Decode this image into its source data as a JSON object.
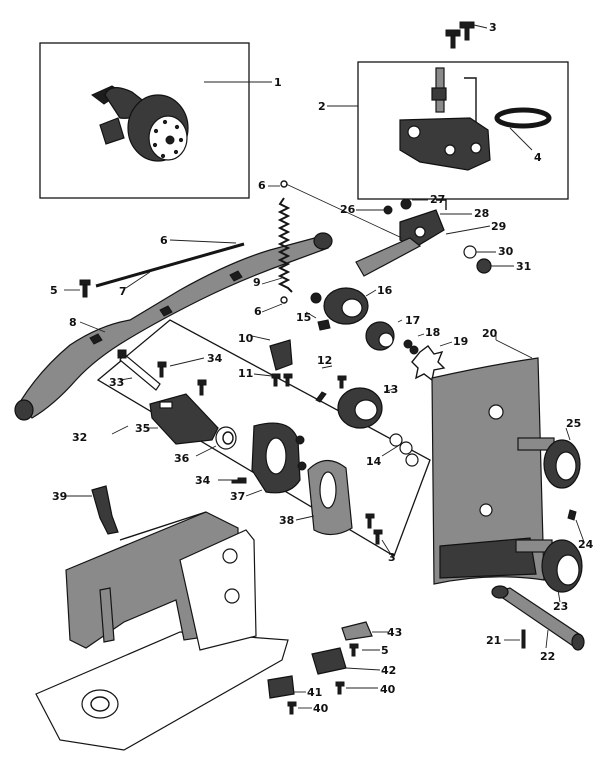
{
  "part_labels": [
    {
      "id": "1",
      "text": "1"
    },
    {
      "id": "2",
      "text": "2"
    },
    {
      "id": "3a",
      "text": "3"
    },
    {
      "id": "4",
      "text": "4"
    },
    {
      "id": "6a",
      "text": "6"
    },
    {
      "id": "26",
      "text": "26"
    },
    {
      "id": "27",
      "text": "27"
    },
    {
      "id": "28",
      "text": "28"
    },
    {
      "id": "29",
      "text": "29"
    },
    {
      "id": "30",
      "text": "30"
    },
    {
      "id": "31",
      "text": "31"
    },
    {
      "id": "6b",
      "text": "6"
    },
    {
      "id": "5a",
      "text": "5"
    },
    {
      "id": "7",
      "text": "7"
    },
    {
      "id": "9",
      "text": "9"
    },
    {
      "id": "6c",
      "text": "6"
    },
    {
      "id": "16",
      "text": "16"
    },
    {
      "id": "8",
      "text": "8"
    },
    {
      "id": "15",
      "text": "15"
    },
    {
      "id": "17",
      "text": "17"
    },
    {
      "id": "18",
      "text": "18"
    },
    {
      "id": "19",
      "text": "19"
    },
    {
      "id": "20",
      "text": "20"
    },
    {
      "id": "10",
      "text": "10"
    },
    {
      "id": "34a",
      "text": "34"
    },
    {
      "id": "12",
      "text": "12"
    },
    {
      "id": "11",
      "text": "11"
    },
    {
      "id": "33",
      "text": "33"
    },
    {
      "id": "13",
      "text": "13"
    },
    {
      "id": "35",
      "text": "35"
    },
    {
      "id": "32",
      "text": "32"
    },
    {
      "id": "25",
      "text": "25"
    },
    {
      "id": "36",
      "text": "36"
    },
    {
      "id": "14",
      "text": "14"
    },
    {
      "id": "34b",
      "text": "34"
    },
    {
      "id": "37",
      "text": "37"
    },
    {
      "id": "39",
      "text": "39"
    },
    {
      "id": "38",
      "text": "38"
    },
    {
      "id": "3b",
      "text": "3"
    },
    {
      "id": "24",
      "text": "24"
    },
    {
      "id": "23",
      "text": "23"
    },
    {
      "id": "21",
      "text": "21"
    },
    {
      "id": "43",
      "text": "43"
    },
    {
      "id": "5b",
      "text": "5"
    },
    {
      "id": "22",
      "text": "22"
    },
    {
      "id": "42",
      "text": "42"
    },
    {
      "id": "41",
      "text": "41"
    },
    {
      "id": "40a",
      "text": "40"
    },
    {
      "id": "40b",
      "text": "40"
    }
  ]
}
